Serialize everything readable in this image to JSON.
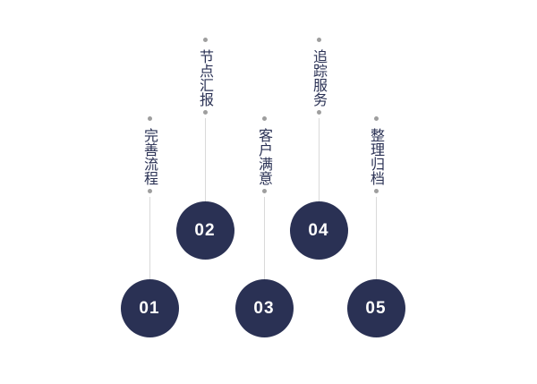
{
  "diagram": {
    "type": "process-steps",
    "background": "#ffffff",
    "colors": {
      "accent_navy": "#2a3154",
      "connector_gray": "#d9d9d9",
      "dot_gray": "#9e9e9e",
      "number_text": "#ffffff"
    },
    "steps": [
      {
        "number": "01",
        "label": "完善流程",
        "position": "low"
      },
      {
        "number": "02",
        "label": "节点汇报",
        "position": "high"
      },
      {
        "number": "03",
        "label": "客户满意",
        "position": "low"
      },
      {
        "number": "04",
        "label": "追踪服务",
        "position": "high"
      },
      {
        "number": "05",
        "label": "整理归档",
        "position": "low"
      }
    ]
  }
}
